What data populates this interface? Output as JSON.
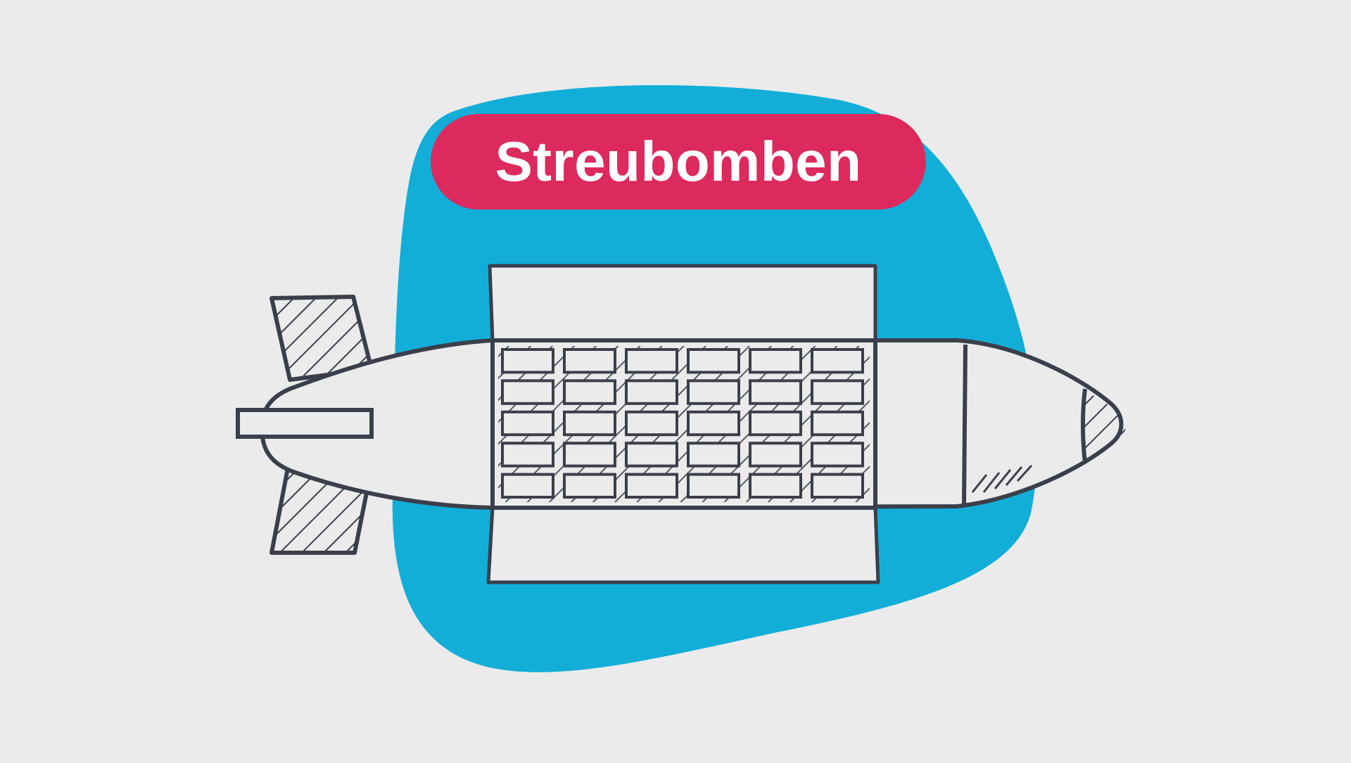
{
  "title": "Streubomben",
  "colors": {
    "background": "#ebebeb",
    "blob": "#12aed8",
    "pill": "#dc2a5e",
    "title_text": "#ffffff",
    "stroke": "#3a3f4b",
    "fill": "#ebebeb"
  },
  "bomb": {
    "submunition_grid": {
      "rows": 5,
      "columns": 6
    }
  }
}
